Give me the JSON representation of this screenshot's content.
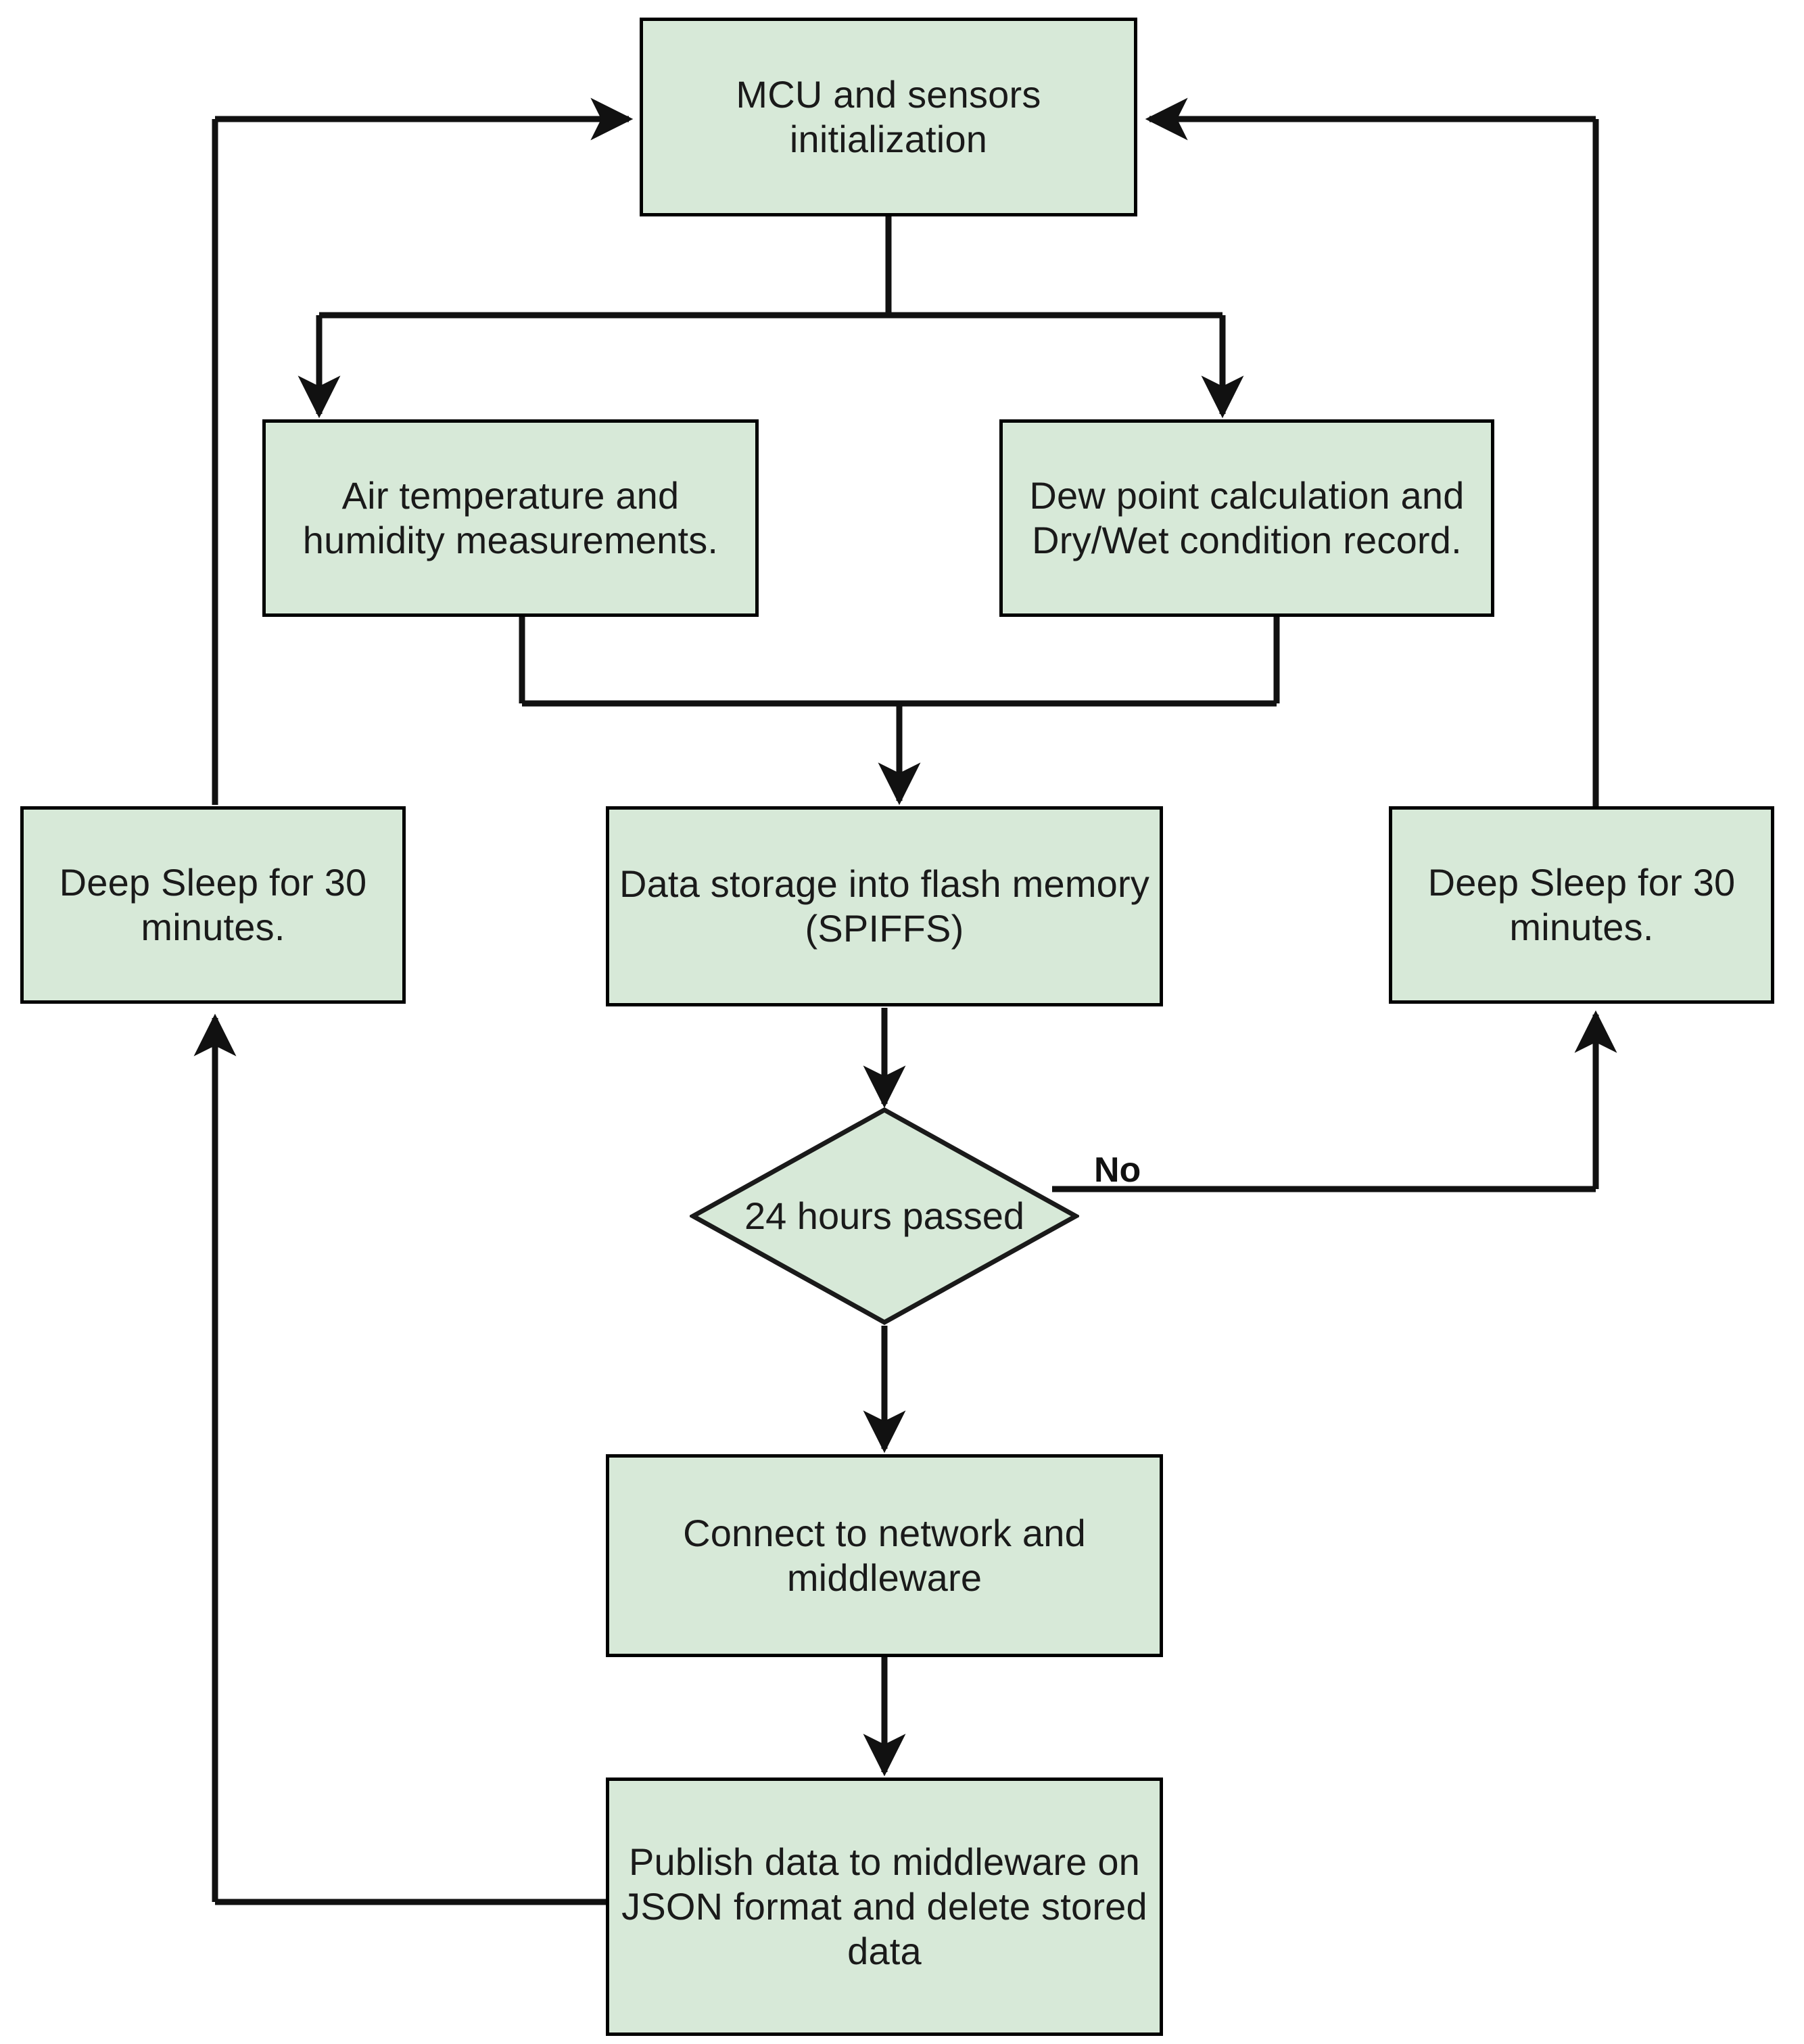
{
  "diagram": {
    "type": "flowchart",
    "background_color": "#ffffff",
    "node_fill_color": "#d7e9d8",
    "node_border_color": "#000000",
    "connector_color": "#000000",
    "nodes": [
      {
        "id": "init",
        "shape": "process",
        "label": "MCU and sensors initialization",
        "lines": [
          "MCU and sensors",
          "initialization"
        ]
      },
      {
        "id": "measure",
        "shape": "process",
        "label": "Air temperature and humidity measurements.",
        "lines": [
          "Air temperature and",
          "humidity",
          "measurements."
        ]
      },
      {
        "id": "dewpoint",
        "shape": "process",
        "label": "Dew point calculation and Dry/Wet condition record.",
        "lines": [
          "Dew point calculation",
          "and Dry/Wet",
          "condition record."
        ]
      },
      {
        "id": "sleep_left",
        "shape": "process",
        "label": "Deep Sleep for 30 minutes.",
        "lines": [
          "Deep Sleep for",
          "30 minutes."
        ]
      },
      {
        "id": "storage",
        "shape": "process",
        "label": "Data storage into flash memory (SPIFFS)",
        "lines": [
          "Data storage into flash",
          "memory (SPIFFS)"
        ]
      },
      {
        "id": "sleep_right",
        "shape": "process",
        "label": "Deep Sleep for 30 minutes.",
        "lines": [
          "Deep Sleep for",
          "30 minutes."
        ]
      },
      {
        "id": "decision",
        "shape": "decision",
        "label": "24 hours passed",
        "lines": [
          "24 hours",
          "passed"
        ]
      },
      {
        "id": "connect",
        "shape": "process",
        "label": "Connect to network and middleware",
        "lines": [
          "Connect to network and",
          "middleware"
        ]
      },
      {
        "id": "publish",
        "shape": "process",
        "label": "Publish data to middleware on JSON format and delete stored data",
        "lines": [
          "Publish data to",
          "middleware on JSON",
          "format and delete stored",
          "data"
        ]
      }
    ],
    "edge_labels": [
      {
        "id": "no-branch",
        "text": "No"
      }
    ],
    "edges": [
      {
        "from": "init",
        "to": "measure",
        "label": ""
      },
      {
        "from": "init",
        "to": "dewpoint",
        "label": ""
      },
      {
        "from": "measure",
        "to": "storage",
        "label": ""
      },
      {
        "from": "dewpoint",
        "to": "storage",
        "label": ""
      },
      {
        "from": "storage",
        "to": "decision",
        "label": ""
      },
      {
        "from": "decision",
        "to": "sleep_right",
        "label": "No"
      },
      {
        "from": "sleep_right",
        "to": "init",
        "label": ""
      },
      {
        "from": "decision",
        "to": "connect",
        "label": ""
      },
      {
        "from": "connect",
        "to": "publish",
        "label": ""
      },
      {
        "from": "publish",
        "to": "sleep_left",
        "label": ""
      },
      {
        "from": "sleep_left",
        "to": "init",
        "label": ""
      }
    ]
  }
}
